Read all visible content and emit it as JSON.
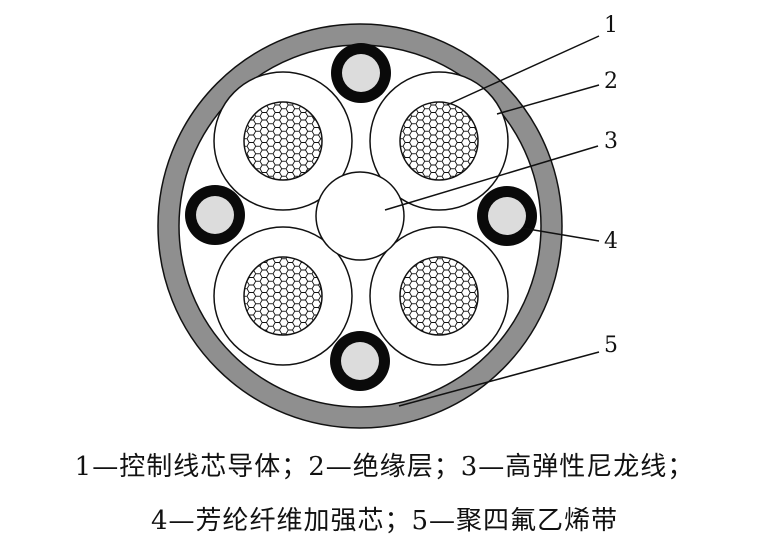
{
  "diagram": {
    "callouts": [
      {
        "number": "1",
        "meaning": "控制线芯导体"
      },
      {
        "number": "2",
        "meaning": "绝缘层"
      },
      {
        "number": "3",
        "meaning": "高弹性尼龙线"
      },
      {
        "number": "4",
        "meaning": "芳纶纤维加强芯"
      },
      {
        "number": "5",
        "meaning": "聚四氟乙烯带"
      }
    ],
    "colors": {
      "sheath": "#8f8f8f",
      "outline": "#111111",
      "fiber_fill": "#dcdcdc",
      "fiber_ring": "#0a0a0a",
      "background": "#ffffff"
    }
  },
  "caption": {
    "line1": "1—控制线芯导体；2—绝缘层；3—高弹性尼龙线；",
    "line2": "4—芳纶纤维加强芯；5—聚四氟乙烯带"
  }
}
